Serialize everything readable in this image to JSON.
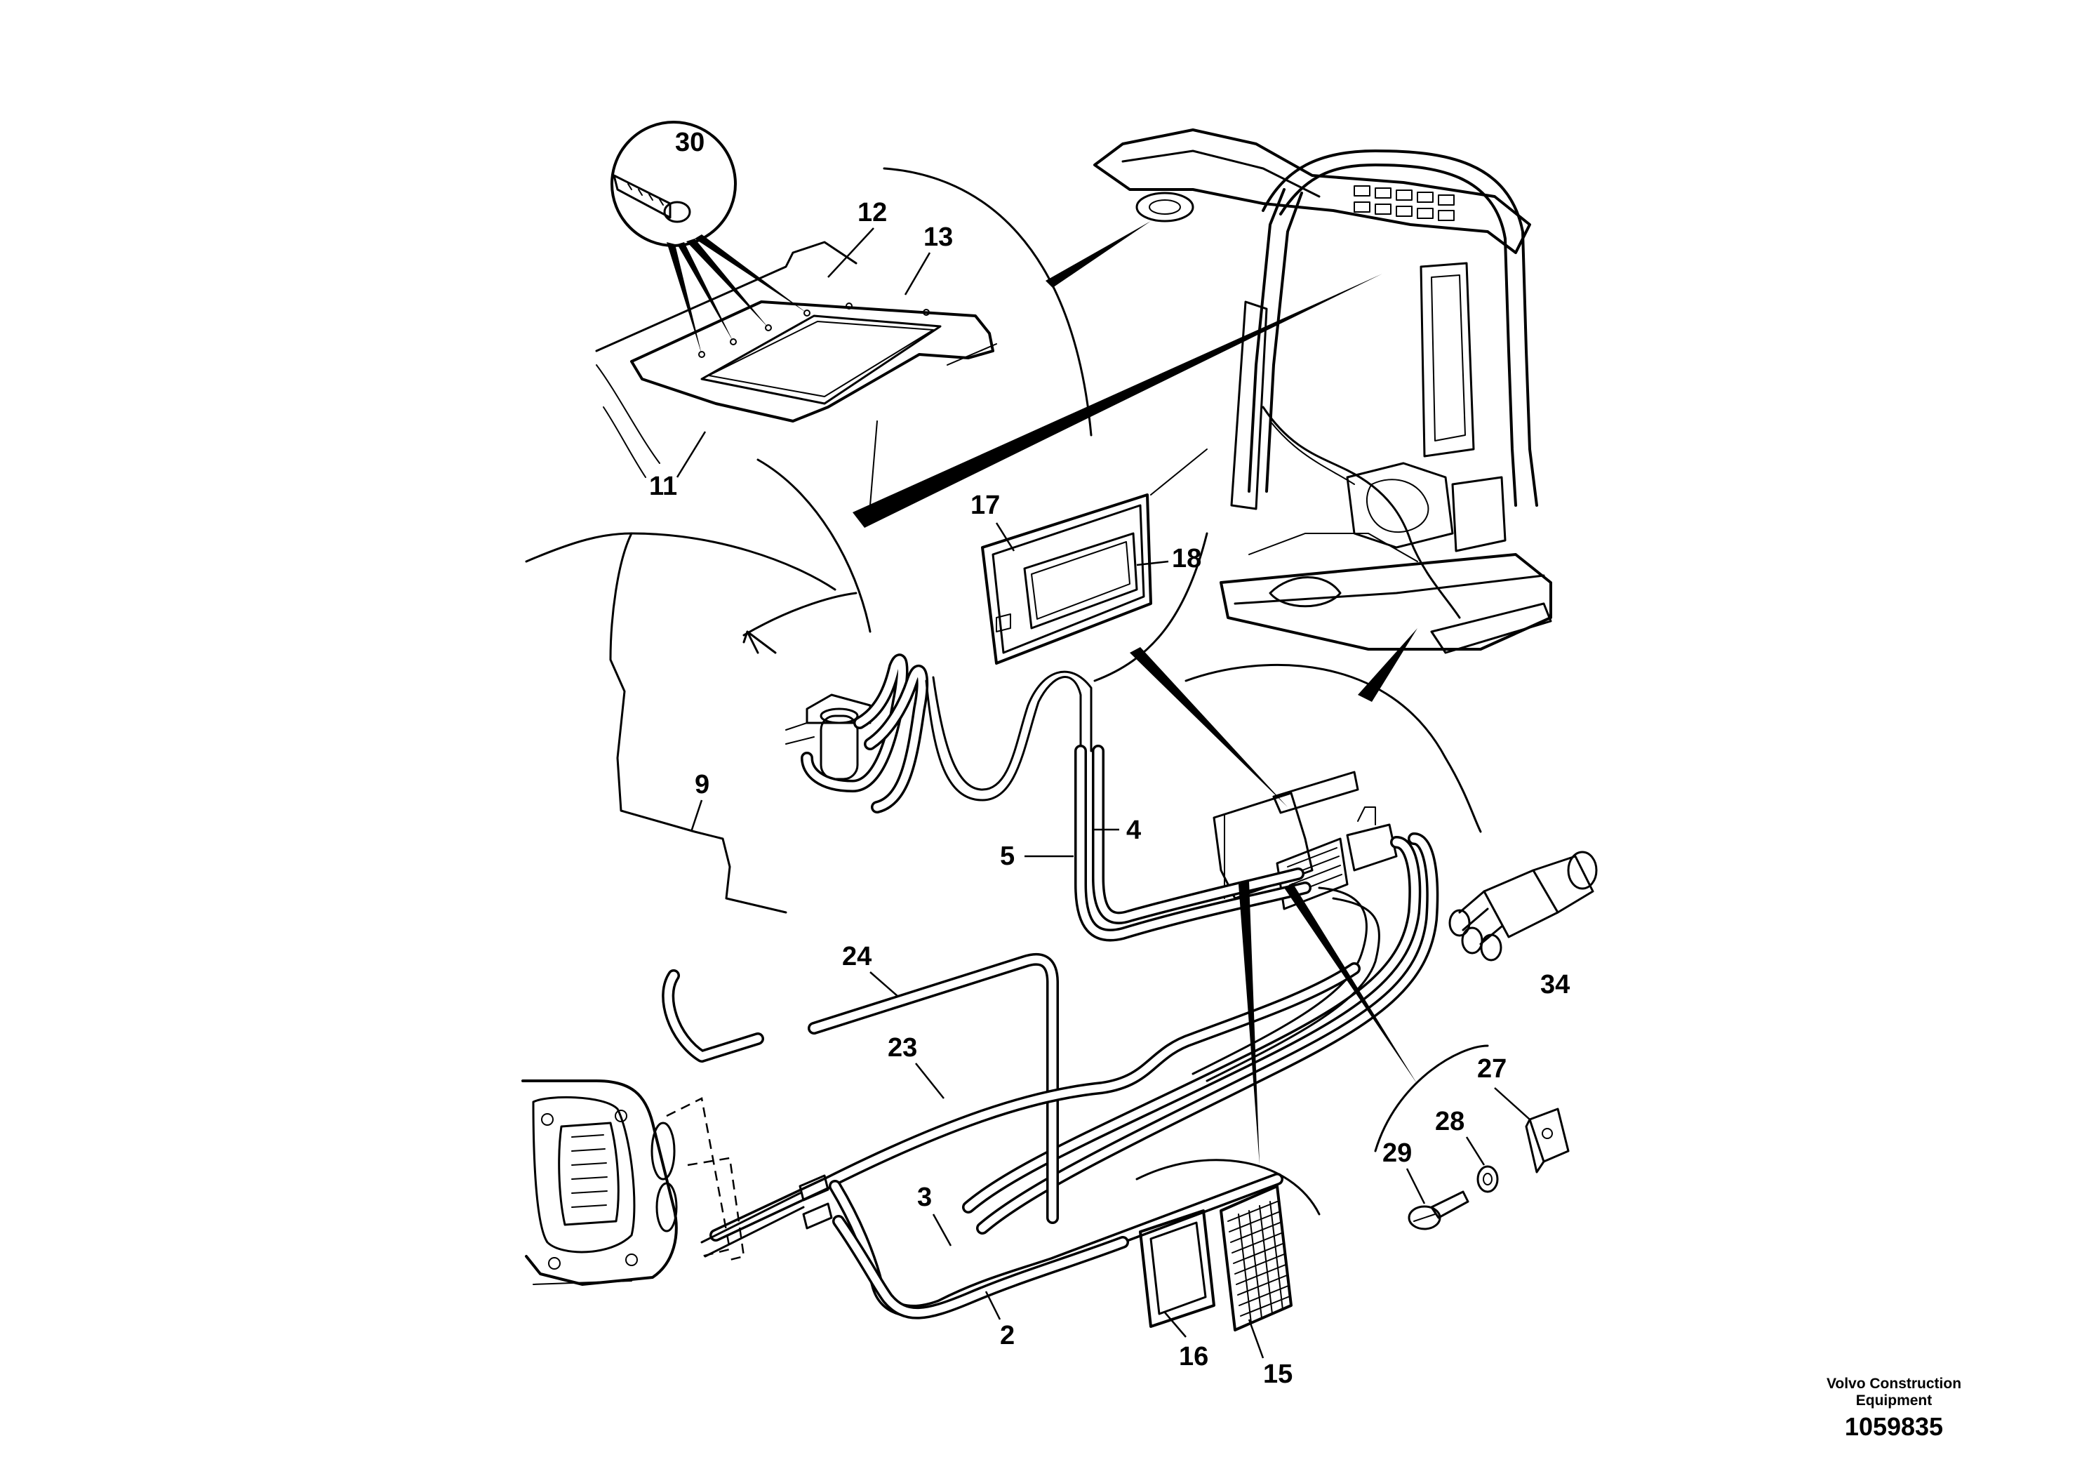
{
  "callouts": {
    "c30": "30",
    "c12": "12",
    "c13": "13",
    "c11": "11",
    "c17": "17",
    "c18": "18",
    "c9": "9",
    "c4": "4",
    "c5": "5",
    "c24": "24",
    "c23": "23",
    "c3": "3",
    "c2": "2",
    "c34": "34",
    "c27": "27",
    "c28": "28",
    "c29": "29",
    "c16": "16",
    "c15": "15"
  },
  "footer": {
    "brand_line1": "Volvo Construction",
    "brand_line2": "Equipment",
    "drawing_number": "1059835"
  }
}
